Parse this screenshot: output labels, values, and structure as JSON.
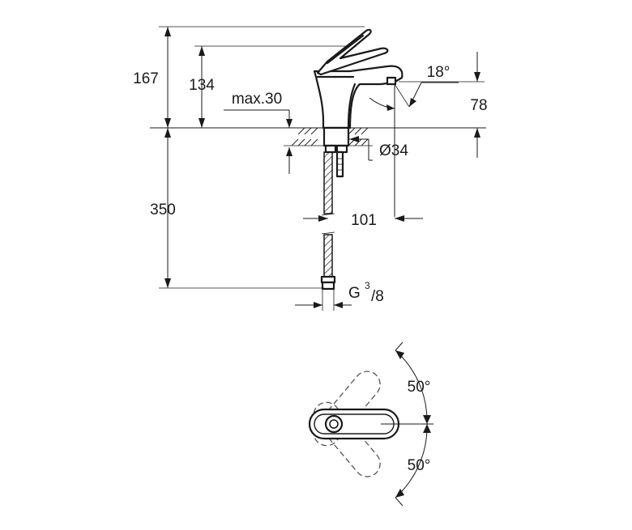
{
  "dimensions": {
    "height_total": "167",
    "height_spout": "134",
    "max_thickness": "max.30",
    "spout_angle": "18°",
    "spout_height": "78",
    "hole_diameter": "Ø34",
    "hose_length": "350",
    "projection": "101",
    "thread_prefix": "G",
    "thread_num": "3",
    "thread_den": "/8",
    "rotation_up": "50°",
    "rotation_down": "50°"
  }
}
